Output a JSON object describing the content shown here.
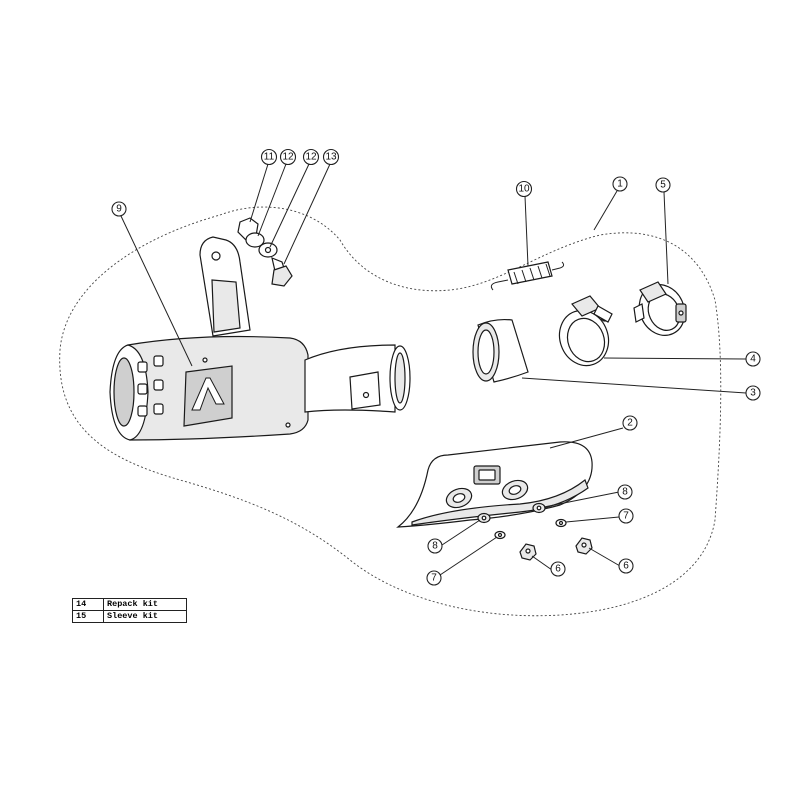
{
  "callouts": [
    {
      "id": "c1",
      "label": "1"
    },
    {
      "id": "c2",
      "label": "2"
    },
    {
      "id": "c3",
      "label": "3"
    },
    {
      "id": "c4",
      "label": "4"
    },
    {
      "id": "c5",
      "label": "5"
    },
    {
      "id": "c6a",
      "label": "6"
    },
    {
      "id": "c6b",
      "label": "6"
    },
    {
      "id": "c7a",
      "label": "7"
    },
    {
      "id": "c7b",
      "label": "7"
    },
    {
      "id": "c8a",
      "label": "8"
    },
    {
      "id": "c8b",
      "label": "8"
    },
    {
      "id": "c9",
      "label": "9"
    },
    {
      "id": "c10",
      "label": "10"
    },
    {
      "id": "c11",
      "label": "11"
    },
    {
      "id": "c12a",
      "label": "12"
    },
    {
      "id": "c12b",
      "label": "12"
    },
    {
      "id": "c13",
      "label": "13"
    }
  ],
  "kits": [
    {
      "number": "14",
      "description": "Repack kit"
    },
    {
      "number": "15",
      "description": "Sleeve kit"
    }
  ]
}
